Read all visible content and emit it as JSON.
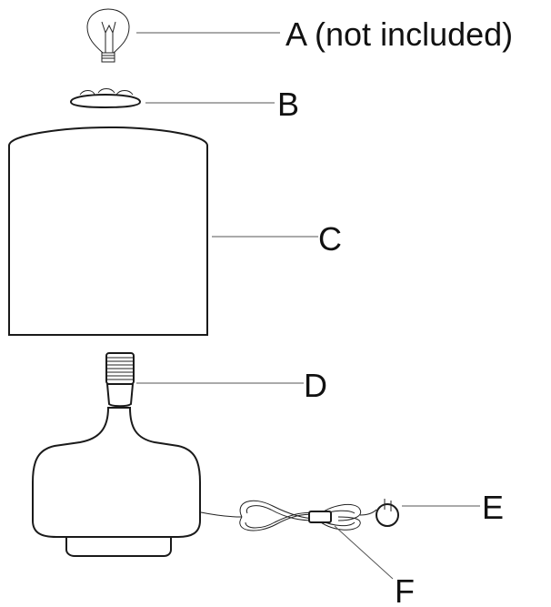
{
  "labels": {
    "a": "A (not included)",
    "b": "B",
    "c": "C",
    "d": "D",
    "e": "E",
    "f": "F"
  },
  "colors": {
    "line": "#1a1a1a",
    "leader": "#555555",
    "background": "#ffffff"
  }
}
